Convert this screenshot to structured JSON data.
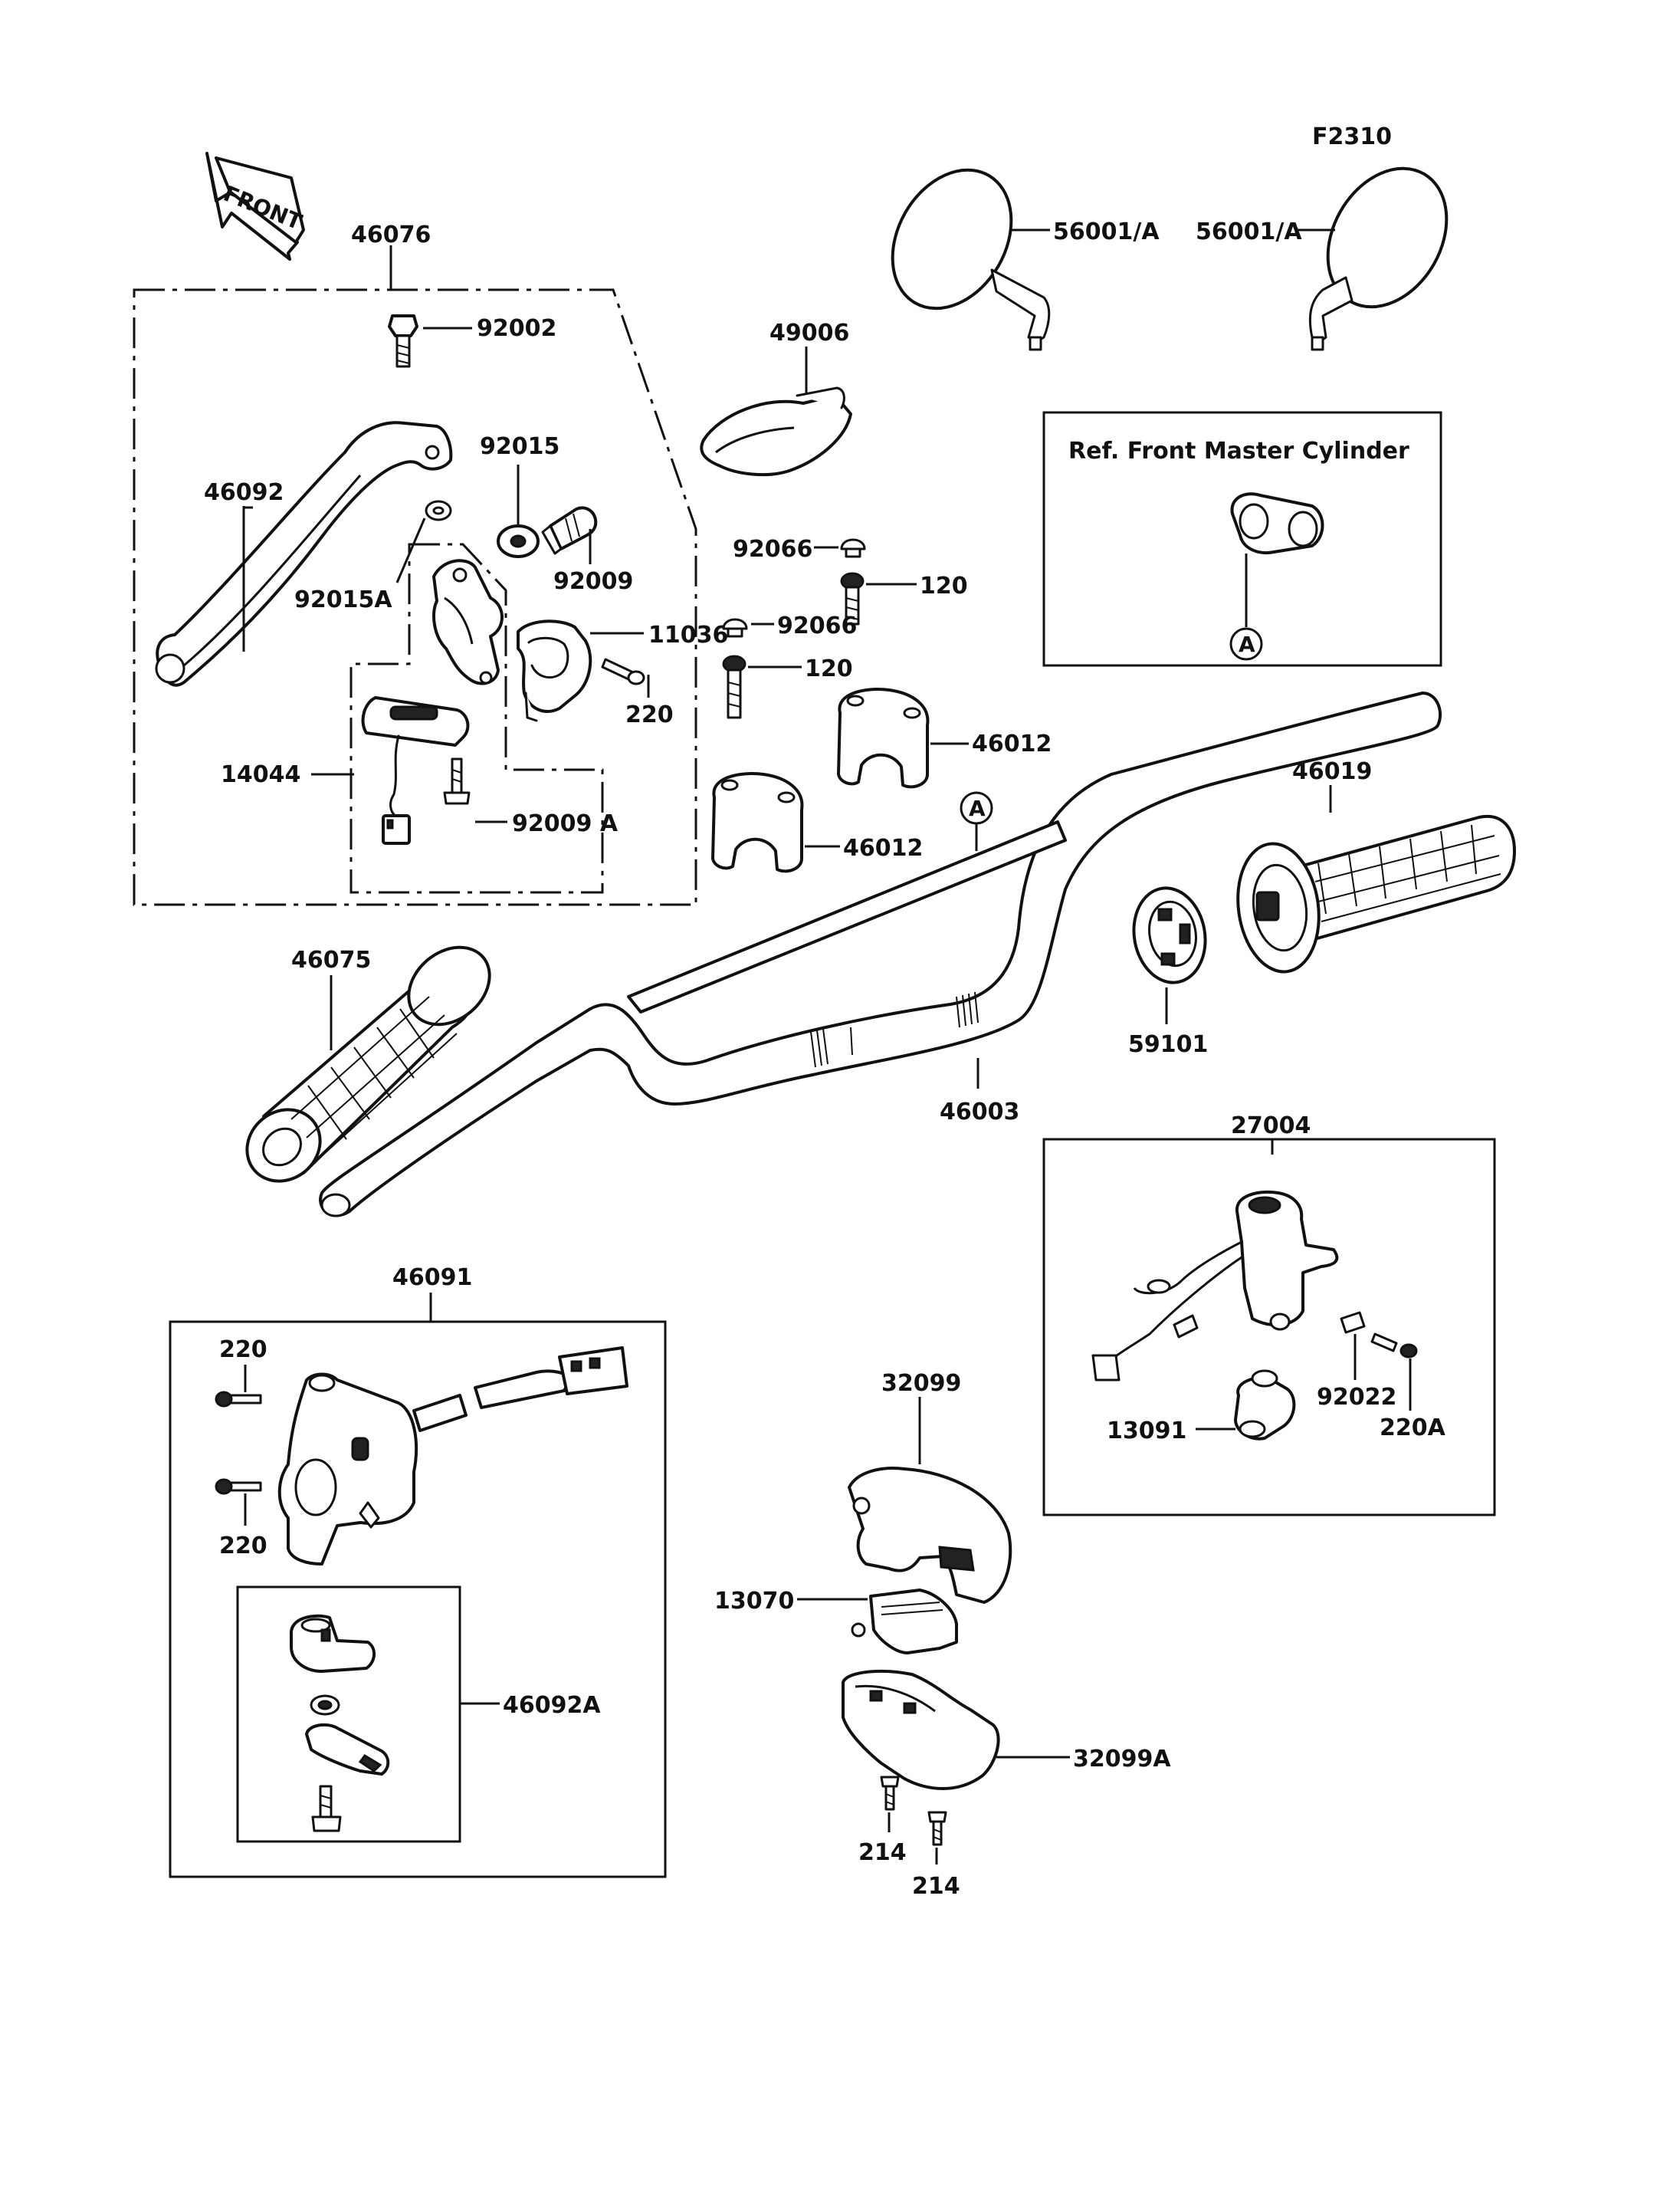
{
  "diagram_code": "F2310",
  "front_arrow_label": "FRONT",
  "ref_box_title": "Ref. Front Master Cylinder",
  "ref_marker": "A",
  "bar_marker": "A",
  "colors": {
    "ink": "#111111",
    "paper": "#ffffff"
  },
  "labels": {
    "p46076": "46076",
    "p92002": "92002",
    "p46092": "46092",
    "p92015": "92015",
    "p92009": "92009",
    "p92015A": "92015A",
    "p11036": "11036",
    "p220a": "220",
    "p14044": "14044",
    "p92009A": "92009 A",
    "p49006": "49006",
    "p56001a": "56001/A",
    "p56001b": "56001/A",
    "p92066a": "92066",
    "p120a": "120",
    "p92066b": "92066",
    "p120b": "120",
    "p46012a": "46012",
    "p46012b": "46012",
    "p46019": "46019",
    "p46075": "46075",
    "p59101": "59101",
    "p46003": "46003",
    "p27004": "27004",
    "p92022": "92022",
    "p220A": "220A",
    "p13091": "13091",
    "p46091": "46091",
    "p220b": "220",
    "p220c": "220",
    "p46092A": "46092A",
    "p32099": "32099",
    "p13070": "13070",
    "p32099A": "32099A",
    "p214a": "214",
    "p214b": "214"
  }
}
